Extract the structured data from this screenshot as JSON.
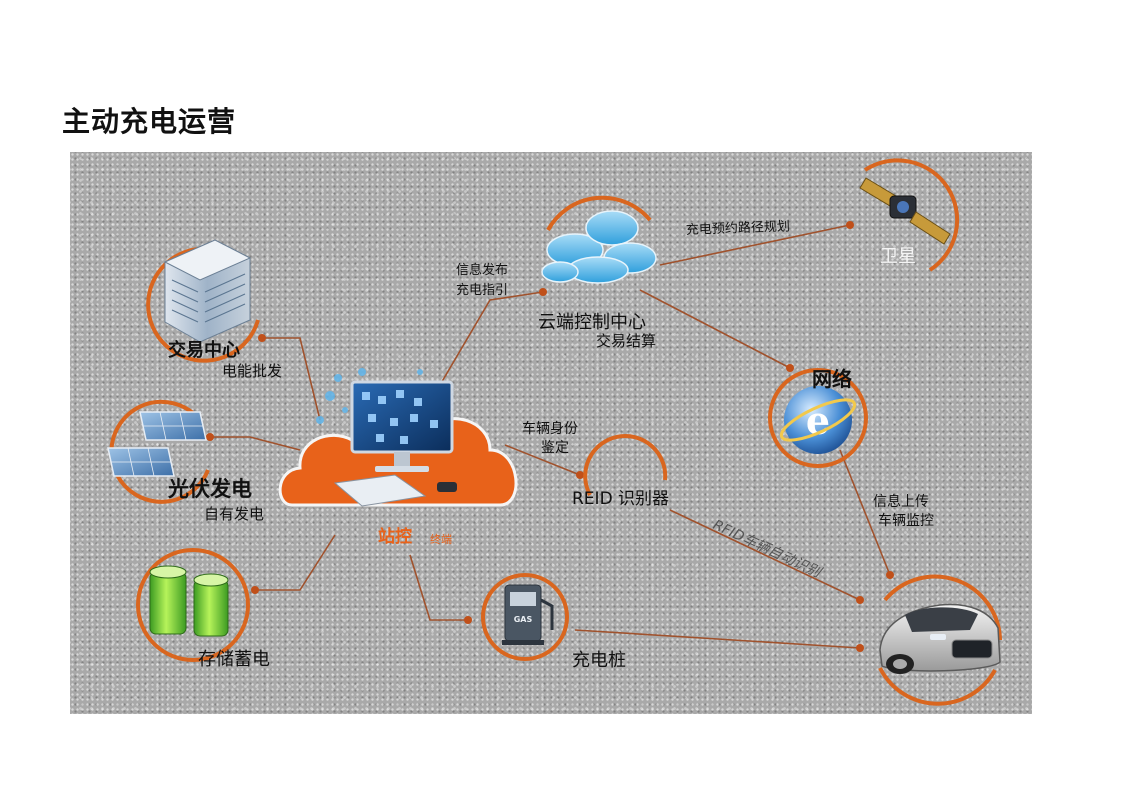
{
  "title": "主动充电运营",
  "nodes": {
    "trade_center": {
      "label": "交易中心",
      "sublabel": "电能批发"
    },
    "solar": {
      "label": "光伏发电",
      "sublabel": "自有发电"
    },
    "storage": {
      "label": "存储蓄电"
    },
    "station": {
      "label": "站控终端",
      "icon_text": "站控",
      "icon_subtext": "终端"
    },
    "cloud_center": {
      "label": "云端控制中心",
      "sublabel": "交易结算"
    },
    "satellite": {
      "label": "卫星"
    },
    "network": {
      "label": "网络"
    },
    "rfid_reader": {
      "label": "REID 识别器"
    },
    "charging_pile": {
      "label": "充电桩",
      "icon_text": "GAS"
    },
    "car": {
      "label": ""
    }
  },
  "edges": {
    "info_publish": {
      "line1": "信息发布",
      "line2": "充电指引"
    },
    "route_planning": {
      "label": "充电预约路径规划"
    },
    "vehicle_identity": {
      "line1": "车辆身份",
      "line2": "鉴定"
    },
    "info_upload": {
      "line1": "信息上传",
      "line2": "车辆监控"
    },
    "rfid_auto": {
      "label": "RFID车辆自动识别"
    }
  },
  "colors": {
    "ring": "#d9661f",
    "line": "#a0522d",
    "dot": "#c0501a",
    "cloud_orange": "#e8621a"
  }
}
